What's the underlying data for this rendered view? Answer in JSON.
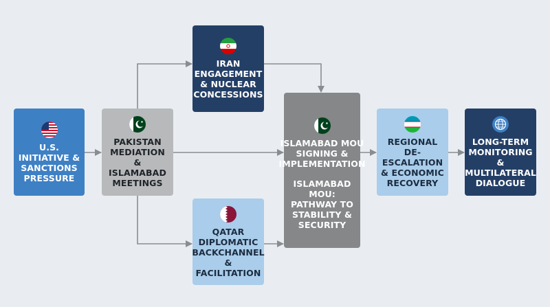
{
  "nodes": {
    "us": {
      "label": "U.S.\nINITIATIVE &\nSANCTIONS\nPRESSURE",
      "icon": "us-flag-icon"
    },
    "pakistan": {
      "label": "PAKISTAN\nMEDIATION &\nISLAMABAD\nMEETINGS",
      "icon": "pakistan-flag-icon"
    },
    "iran": {
      "label": "IRAN\nENGAGEMENT\n& NUCLEAR\nCONCESSIONS",
      "icon": "iran-flag-icon"
    },
    "qatar": {
      "label": "QATAR\nDIPLOMATIC\nBACKCHANNEL\n& FACILITATION",
      "icon": "qatar-flag-icon"
    },
    "mou": {
      "label": "ISLAMABAD MoU\nSIGNING &\nIMPLEMENTATION",
      "label2": "ISLAMABAD MoU:\nPATHWAY TO\nSTABILITY &\nSECURITY",
      "icon": "pakistan-flag-icon"
    },
    "regional": {
      "label": "REGIONAL\nDE-ESCALATION\n& ECONOMIC\nRECOVERY",
      "icon": "uzbekistan-flag-icon"
    },
    "longterm": {
      "label": "LONG-TERM\nMONITORING &\nMULTILATERAL\nDIALOGUE",
      "icon": "globe-icon"
    }
  },
  "edges": [
    [
      "us",
      "pakistan"
    ],
    [
      "pakistan",
      "iran"
    ],
    [
      "pakistan",
      "qatar"
    ],
    [
      "pakistan",
      "mou"
    ],
    [
      "iran",
      "mou"
    ],
    [
      "qatar",
      "mou"
    ],
    [
      "mou",
      "regional"
    ],
    [
      "regional",
      "longterm"
    ]
  ],
  "colors": {
    "background": "#e9edf2",
    "arrow": "#8a8d90",
    "us_box": "#3e80c4",
    "pakistan_box": "#b7b9bb",
    "dark_box": "#243f66",
    "light_box": "#a9cdea",
    "mou_box": "#858789"
  }
}
